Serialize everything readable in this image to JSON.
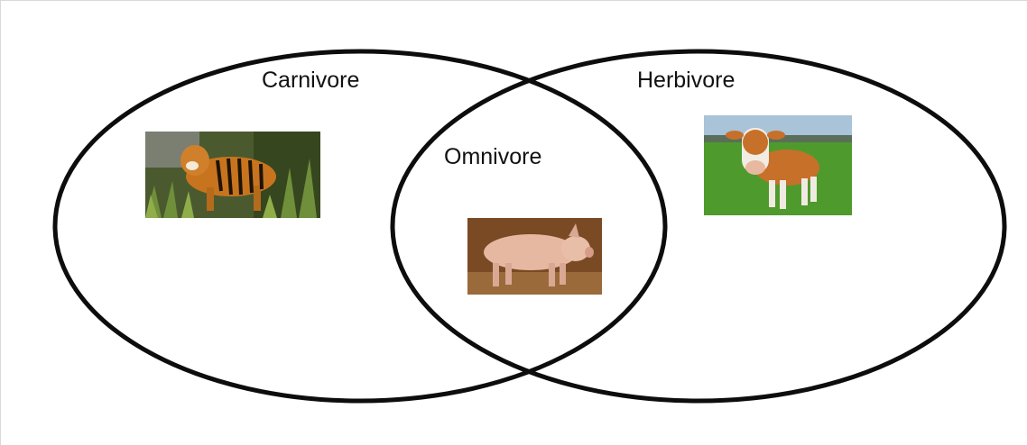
{
  "diagram": {
    "type": "venn",
    "sets": [
      {
        "label": "Carnivore",
        "animal": "tiger"
      },
      {
        "label": "Herbivore",
        "animal": "cow"
      }
    ],
    "intersection": {
      "label": "Omnivore",
      "animal": "pig"
    }
  },
  "colors": {
    "outline": "#0d0d0d",
    "background": "#ffffff"
  },
  "icons": {
    "tiger": "tiger-photo",
    "pig": "pig-photo",
    "cow": "cow-photo"
  }
}
